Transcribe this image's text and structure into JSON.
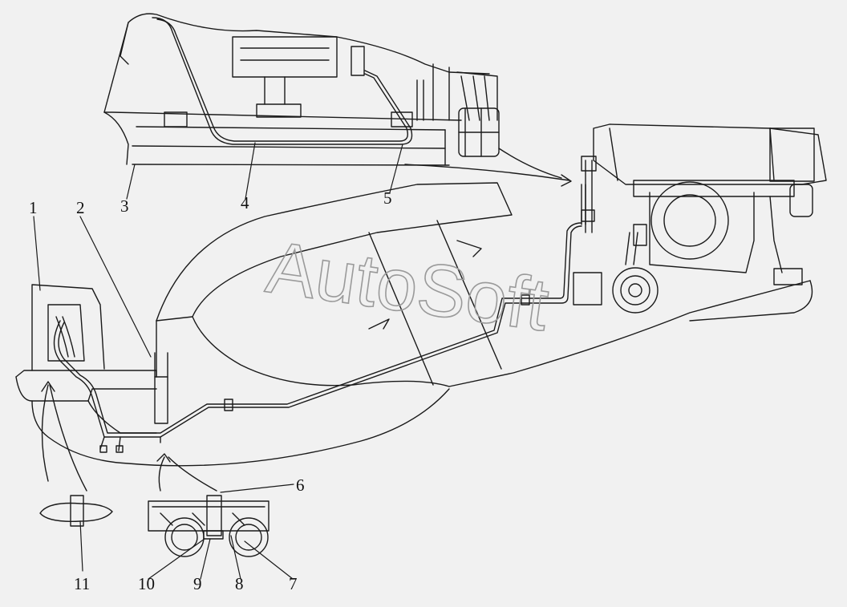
{
  "watermark": "AutoSoft",
  "colors": {
    "background": "#f1f1f1",
    "line": "#1a1a1a",
    "watermark": "#9a9a9a"
  },
  "callouts": {
    "c1": "1",
    "c2": "2",
    "c3": "3",
    "c4": "4",
    "c5": "5",
    "c6": "6",
    "c7": "7",
    "c8": "8",
    "c9": "9",
    "c10": "10",
    "c11": "11"
  }
}
